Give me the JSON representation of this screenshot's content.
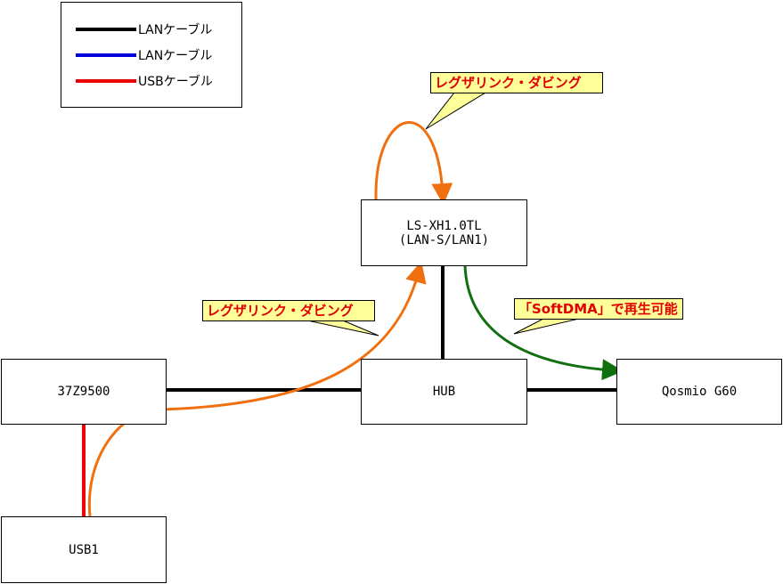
{
  "legend": [
    {
      "label": "LANケーブル",
      "color": "#000000"
    },
    {
      "label": "LANケーブル",
      "color": "#0000dd"
    },
    {
      "label": "USBケーブル",
      "color": "#ee0000"
    }
  ],
  "nodes": {
    "ls": {
      "line1": "LS-XH1.0TL",
      "line2": "(LAN-S/LAN1)"
    },
    "hub": {
      "label": "HUB"
    },
    "tv": {
      "label": "37Z9500"
    },
    "qosmio": {
      "label": "Qosmio G60"
    },
    "usb": {
      "label": "USB1"
    }
  },
  "callouts": {
    "top": "レグザリンク・ダビング",
    "middle": "レグザリンク・ダビング",
    "right": "「SoftDMA」で再生可能"
  },
  "colors": {
    "orange": "#f07010",
    "green": "#107010",
    "callout_bg": "#ffff99",
    "callout_text": "#e00000"
  }
}
